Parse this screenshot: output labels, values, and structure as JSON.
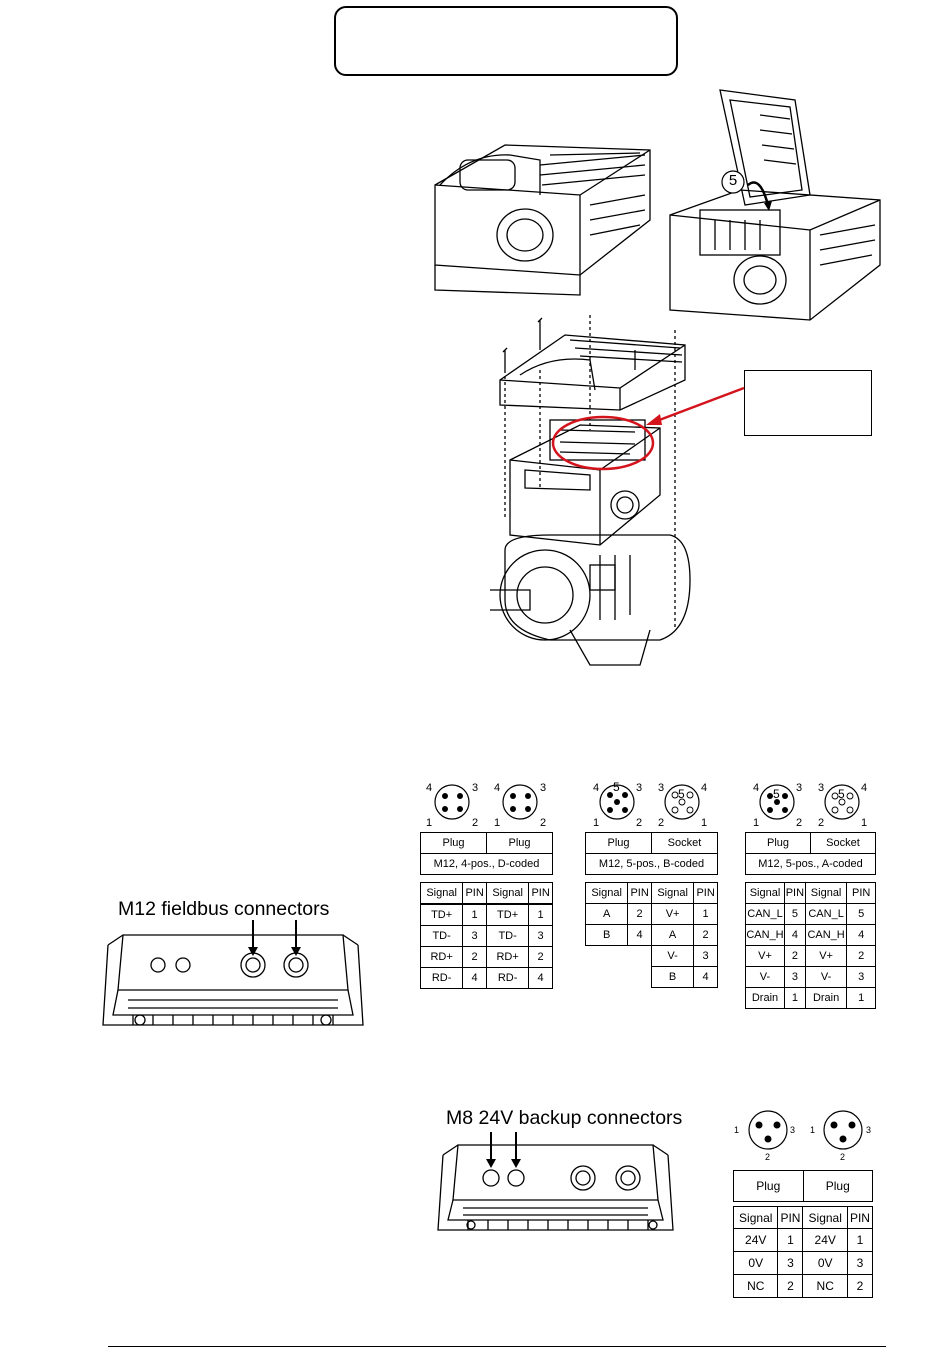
{
  "drawing": {
    "step_number": "5",
    "fieldbus_caption": "M12 fieldbus connectors",
    "backup_caption": "M8 24V backup connectors"
  },
  "m12_d": {
    "pins_plug": [
      "4",
      "3",
      "1",
      "2"
    ],
    "header": [
      "Plug",
      "Plug"
    ],
    "type": "M12, 4-pos., D-coded",
    "columns": [
      "Signal",
      "PIN",
      "Signal",
      "PIN"
    ],
    "rows": [
      [
        "TD+",
        "1",
        "TD+",
        "1"
      ],
      [
        "TD-",
        "3",
        "TD-",
        "3"
      ],
      [
        "RD+",
        "2",
        "RD+",
        "2"
      ],
      [
        "RD-",
        "4",
        "RD-",
        "4"
      ]
    ]
  },
  "m12_b": {
    "pins_plug": [
      "4",
      "3",
      "1",
      "2",
      "5"
    ],
    "pins_socket": [
      "3",
      "4",
      "2",
      "1",
      "5"
    ],
    "header": [
      "Plug",
      "Socket"
    ],
    "type": "M12, 5-pos., B-coded",
    "columns": [
      "Signal",
      "PIN",
      "Signal",
      "PIN"
    ],
    "rows": [
      [
        "A",
        "2",
        "V+",
        "1"
      ],
      [
        "B",
        "4",
        "A",
        "2"
      ],
      [
        "",
        "",
        "V-",
        "3"
      ],
      [
        "",
        "",
        "B",
        "4"
      ]
    ]
  },
  "m12_a": {
    "pins_plug": [
      "4",
      "3",
      "1",
      "2",
      "5"
    ],
    "pins_socket": [
      "3",
      "4",
      "2",
      "1",
      "5"
    ],
    "header": [
      "Plug",
      "Socket"
    ],
    "type": "M12, 5-pos., A-coded",
    "columns": [
      "Signal",
      "PIN",
      "Signal",
      "PIN"
    ],
    "rows": [
      [
        "CAN_L",
        "5",
        "CAN_L",
        "5"
      ],
      [
        "CAN_H",
        "4",
        "CAN_H",
        "4"
      ],
      [
        "V+",
        "2",
        "V+",
        "2"
      ],
      [
        "V-",
        "3",
        "V-",
        "3"
      ],
      [
        "Drain",
        "1",
        "Drain",
        "1"
      ]
    ]
  },
  "m8": {
    "pins": [
      "1",
      "3",
      "2"
    ],
    "header": [
      "Plug",
      "Plug"
    ],
    "columns": [
      "Signal",
      "PIN",
      "Signal",
      "PIN"
    ],
    "rows": [
      [
        "24V",
        "1",
        "24V",
        "1"
      ],
      [
        "0V",
        "3",
        "0V",
        "3"
      ],
      [
        "NC",
        "2",
        "NC",
        "2"
      ]
    ]
  }
}
